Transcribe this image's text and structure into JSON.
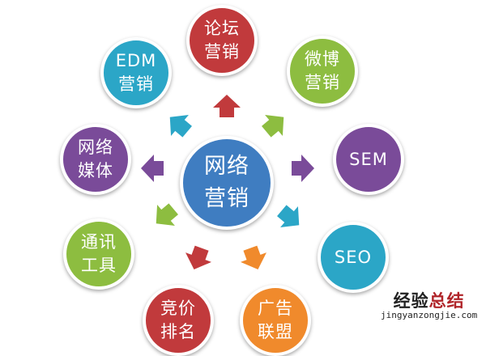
{
  "center": {
    "line1": "网络",
    "line2": "营销",
    "color": "#3f7dc1"
  },
  "nodes": [
    {
      "id": "forum",
      "line1": "论坛",
      "line2": "营销",
      "color": "#c13a3c"
    },
    {
      "id": "edm",
      "line1": "EDM",
      "line2": "营销",
      "color": "#2ba6c7"
    },
    {
      "id": "weibo",
      "line1": "微博",
      "line2": "营销",
      "color": "#8dbd40"
    },
    {
      "id": "media",
      "line1": "网络",
      "line2": "媒体",
      "color": "#7a4b99"
    },
    {
      "id": "sem",
      "line1": "SEM",
      "line2": "",
      "color": "#7a4b99"
    },
    {
      "id": "im",
      "line1": "通讯",
      "line2": "工具",
      "color": "#8dbd40"
    },
    {
      "id": "seo",
      "line1": "SEO",
      "line2": "",
      "color": "#2ba6c7"
    },
    {
      "id": "bidding",
      "line1": "竞价",
      "line2": "排名",
      "color": "#c13a3c"
    },
    {
      "id": "ads",
      "line1": "广告",
      "line2": "联盟",
      "color": "#f08a2c"
    }
  ],
  "watermark": {
    "part1": "经验",
    "part2": "总结",
    "url": "jingyanzongjie.com"
  }
}
